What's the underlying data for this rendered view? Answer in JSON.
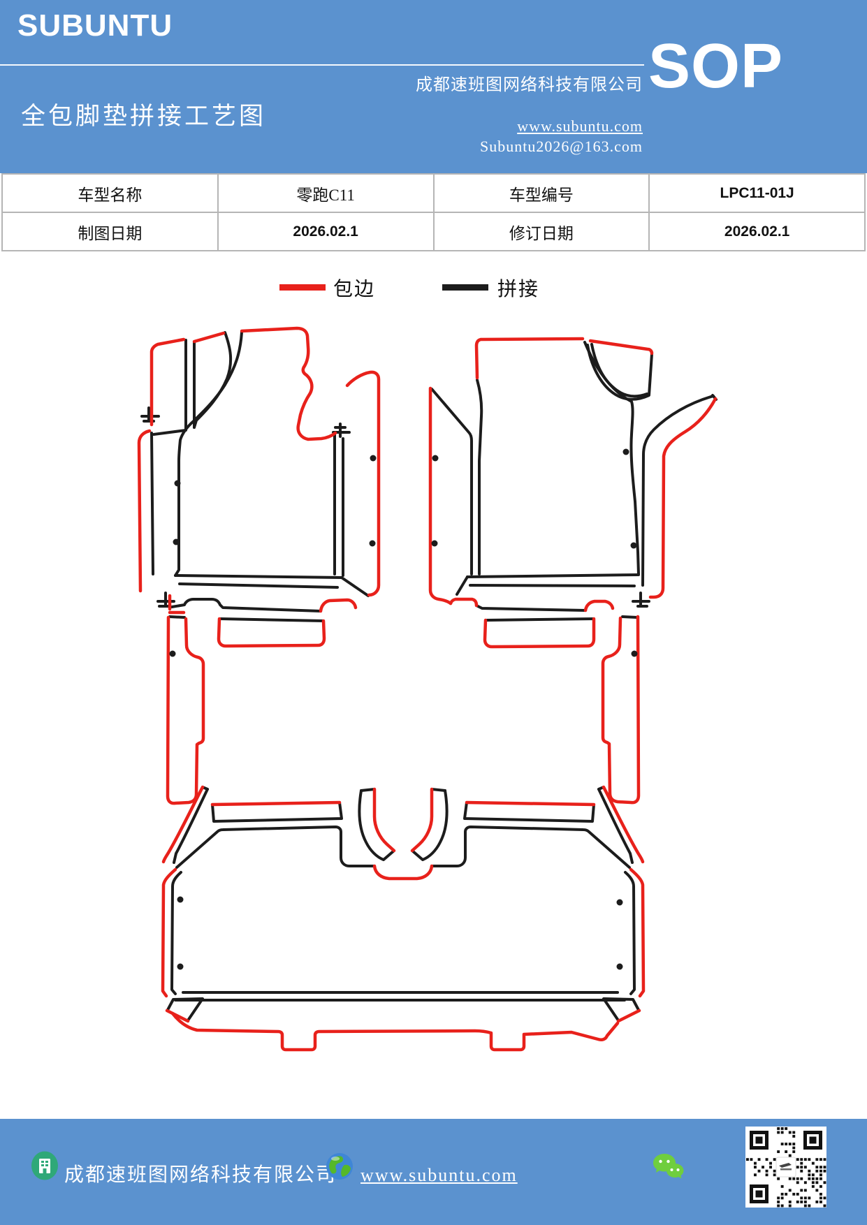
{
  "page": {
    "accent_blue": "#5b92cf",
    "edge_color": "#e8211b",
    "seam_color": "#1c1c1c"
  },
  "header": {
    "brand": "SUBUNTU",
    "doc_type": "SOP",
    "title": "全包脚垫拼接工艺图",
    "company": "成都速班图网络科技有限公司",
    "website": "www.subuntu.com",
    "email": "Subuntu2026@163.com"
  },
  "info_table": {
    "rows": [
      {
        "cells": [
          "车型名称",
          "零跑C11",
          "车型编号",
          "LPC11-01J"
        ]
      },
      {
        "cells": [
          "制图日期",
          "2026.02.1",
          "修订日期",
          "2026.02.1"
        ]
      }
    ]
  },
  "legend": {
    "items": [
      {
        "label": "包边",
        "color": "#e8211b"
      },
      {
        "label": "拼接",
        "color": "#1c1c1c"
      }
    ]
  },
  "footer": {
    "company": "成都速班图网络科技有限公司",
    "website": "www.subuntu.com",
    "icons": [
      "building-icon",
      "globe-icon",
      "wechat-icon",
      "qr-code"
    ]
  }
}
